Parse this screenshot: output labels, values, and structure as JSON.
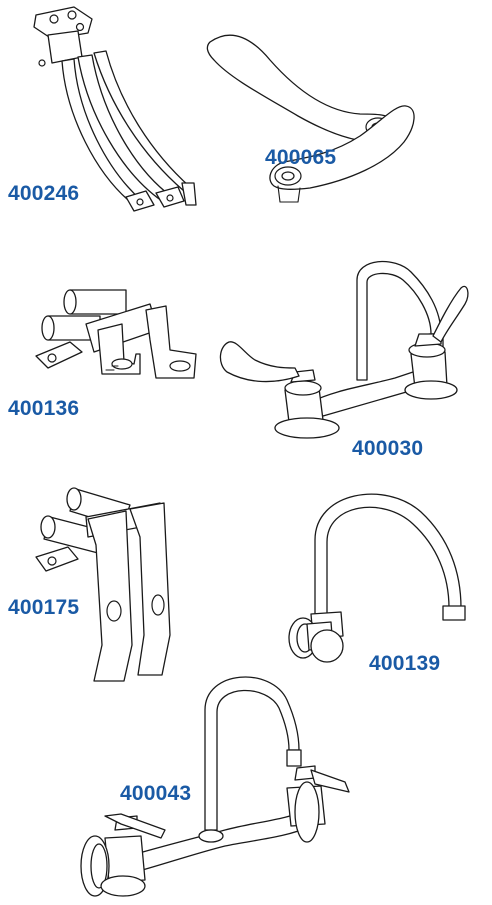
{
  "colors": {
    "label": "#1a5aa5",
    "line": "#1a1a1a",
    "background": "#ffffff"
  },
  "parts": [
    {
      "id": "p1",
      "code": "400246",
      "kind": "pedal-bracket-drawing"
    },
    {
      "id": "p2",
      "code": "400065",
      "kind": "wrist-blade-handles-drawing"
    },
    {
      "id": "p3",
      "code": "400136",
      "kind": "knee-valve-drawing"
    },
    {
      "id": "p4",
      "code": "400030",
      "kind": "deck-mount-faucet-drawing"
    },
    {
      "id": "p5",
      "code": "400175",
      "kind": "knee-valve-long-paddle-drawing"
    },
    {
      "id": "p6",
      "code": "400139",
      "kind": "wall-gooseneck-spout-drawing"
    },
    {
      "id": "p7",
      "code": "400043",
      "kind": "wall-mount-faucet-drawing"
    }
  ]
}
